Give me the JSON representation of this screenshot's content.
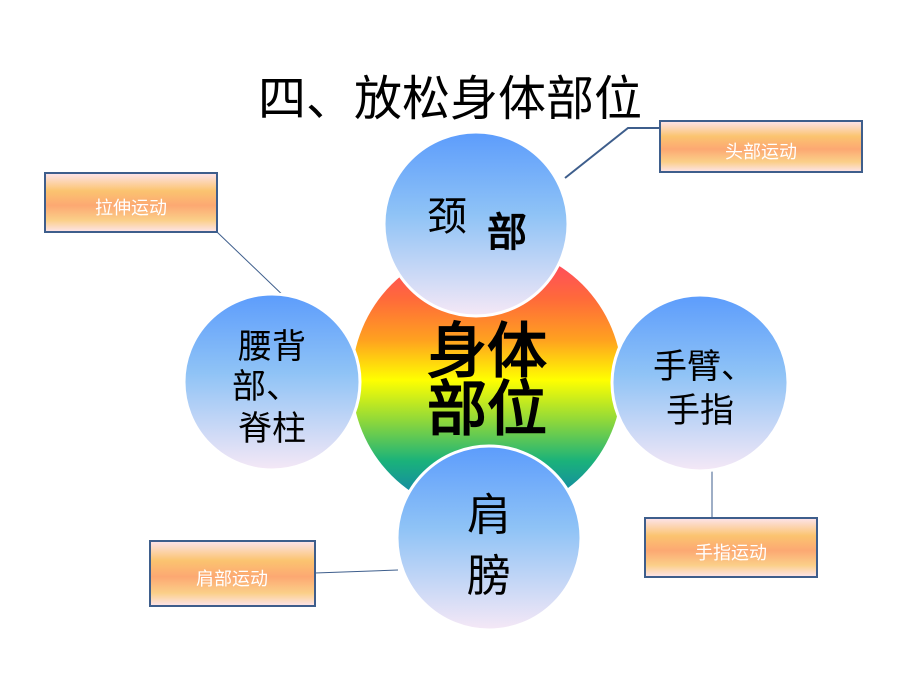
{
  "title": "四、放松身体部位",
  "center": {
    "line1": "身体",
    "line2": "部位"
  },
  "nodes": {
    "top": {
      "line1": "颈",
      "line2": "部"
    },
    "left": {
      "line1": "腰背",
      "line2": "部、",
      "line3": "脊柱"
    },
    "right": {
      "line1": "手臂、",
      "line2": "手指"
    },
    "bottom": {
      "line1": "肩",
      "line2": "膀"
    }
  },
  "callouts": {
    "head": "头部运动",
    "stretch": "拉伸运动",
    "finger": "手指运动",
    "shoulder": "肩部运动"
  },
  "colors": {
    "box_border": "#3e5e8c",
    "line": "#3e5e8c"
  }
}
